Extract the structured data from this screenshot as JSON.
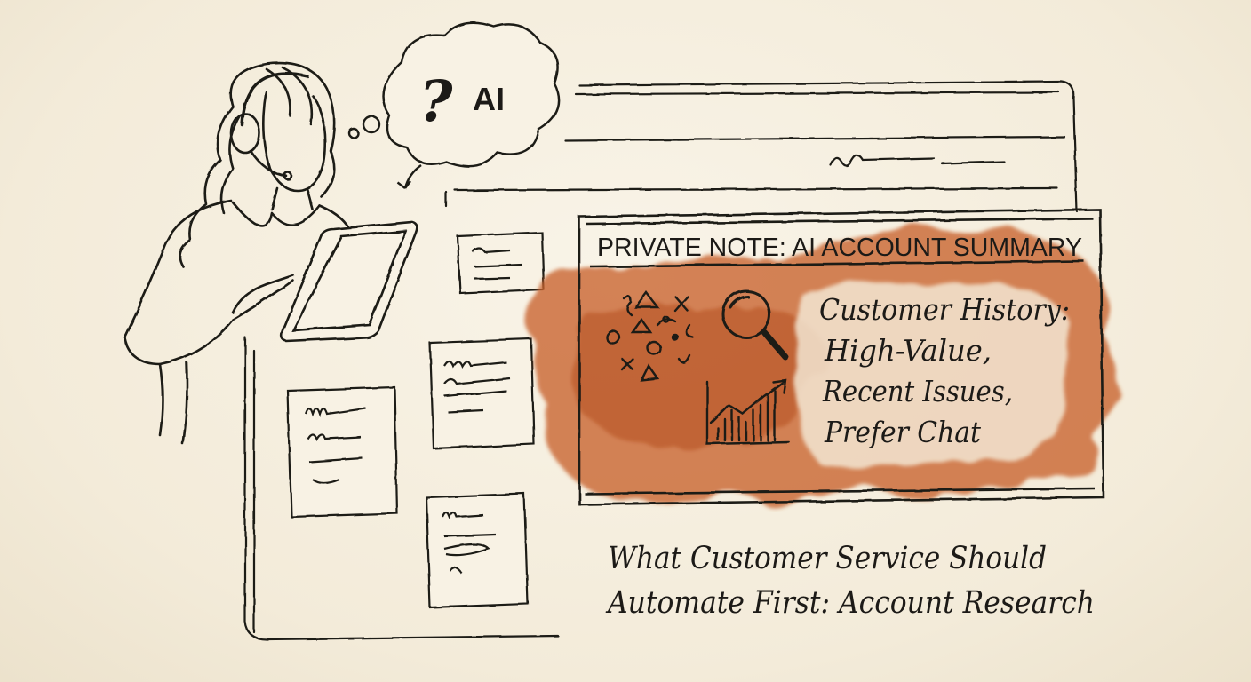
{
  "thought_bubble": {
    "text": "AI",
    "glyph": "?"
  },
  "note_panel": {
    "title": "PRIVATE NOTE: AI ACCOUNT SUMMARY",
    "lines": [
      "Customer History:",
      "High-Value,",
      "Recent Issues,",
      "Prefer Chat"
    ],
    "accent_color": "#c8612a"
  },
  "caption": {
    "line1": "What Customer Service Should",
    "line2": "Automate First: Account Research"
  },
  "icons": [
    "headset-icon",
    "tablet-icon",
    "magnifier-icon",
    "growth-chart-icon",
    "scatter-symbols-icon"
  ]
}
